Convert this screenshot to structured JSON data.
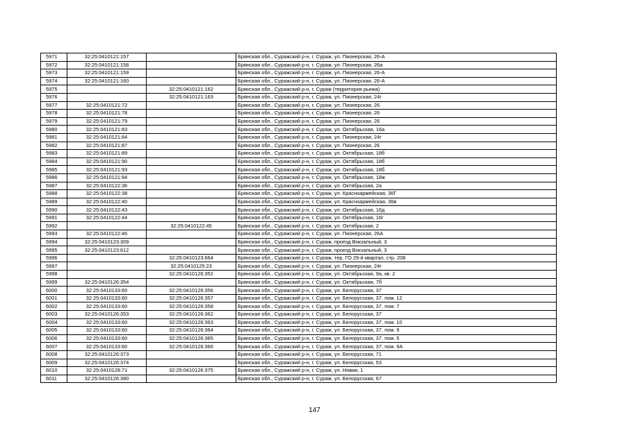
{
  "page_number": "147",
  "rows": [
    [
      "5971",
      "32:25:0410121:157",
      "",
      "Брянская обл., Суражский р-н, г. Сураж, ул. Пионерская, 26-А"
    ],
    [
      "5972",
      "32:25:0410121:158",
      "",
      "Брянская обл., Суражский р-н, г. Сураж, ул. Пионерская, 26а"
    ],
    [
      "5973",
      "32:25:0410121:159",
      "",
      "Брянская обл., Суражский р-н, г. Сураж, ул. Пионерская, 26-А"
    ],
    [
      "5974",
      "32:25:0410121:160",
      "",
      "Брянская обл., Суражский р-н, г. Сураж, ул. Пионерская, 26-А"
    ],
    [
      "5975",
      "",
      "32:25:0410121:162",
      "Брянская обл., Суражский р-н, г. Сураж (территория рынка)"
    ],
    [
      "5976",
      "",
      "32:25:0410121:163",
      "Брянская обл., Суражский р-н, г. Сураж, ул. Пионерская, 24г"
    ],
    [
      "5977",
      "32:25:0410121:72",
      "",
      "Брянская обл., Суражский р-н, г. Сураж, ул. Пионерская, 26"
    ],
    [
      "5978",
      "32:25:0410121:78",
      "",
      "Брянская обл., Суражский р-н, г. Сураж, ул. Пионерская, 26"
    ],
    [
      "5979",
      "32:25:0410121:79",
      "",
      "Брянская обл., Суражский р-н, г. Сураж, ул. Пионерская, 26"
    ],
    [
      "5980",
      "32:25:0410121:83",
      "",
      "Брянская обл., Суражский р-н, г. Сураж, ул. Октябрьская, 16а"
    ],
    [
      "5981",
      "32:25:0410121:84",
      "",
      "Брянская обл., Суражский р-н, г. Сураж, ул. Пионерская, 24г"
    ],
    [
      "5982",
      "32:25:0410121:87",
      "",
      "Брянская обл., Суражский р-н, г. Сураж, ул. Пионерская, 26"
    ],
    [
      "5983",
      "32:25:0410121:89",
      "",
      "Брянская обл., Суражский р-н, г. Сураж, ул. Октябрьская, 18б"
    ],
    [
      "5984",
      "32:25:0410121:90",
      "",
      "Брянская обл., Суражский р-н, г. Сураж, ул. Октябрьская, 18б"
    ],
    [
      "5985",
      "32:25:0410121:93",
      "",
      "Брянская обл., Суражский р-н, г. Сураж, ул. Октябрьская, 18б"
    ],
    [
      "5986",
      "32:25:0410121:94",
      "",
      "Брянская обл., Суражский р-н, г. Сураж, ул. Октябрьская, 18ж"
    ],
    [
      "5987",
      "32:25:0410122:36",
      "",
      "Брянская обл., Суражский р-н, г. Сураж, ул. Октябрьская, 2а"
    ],
    [
      "5988",
      "32:25:0410122:38",
      "",
      "Брянская обл., Суражский р-н, г. Сураж, ул. Красноармейская, 36Г"
    ],
    [
      "5989",
      "32:25:0410122:40",
      "",
      "Брянская обл., Суражский р-н, г. Сураж, ул. Красноармейская, 36в"
    ],
    [
      "5990",
      "32:25:0410122:43",
      "",
      "Брянская обл., Суражский р-н, г. Сураж, ул. Октябрьская, 16д"
    ],
    [
      "5991",
      "32:25:0410122:44",
      "",
      "Брянская обл., Суражский р-н, г. Сураж, ул. Октябрьская, 16г"
    ],
    [
      "5992",
      "",
      "32:25:0410122:45",
      "Брянская обл., Суражский р-н, г. Сураж, ул. Октябрьская, 2"
    ],
    [
      "5993",
      "32:25:0410122:46",
      "",
      "Брянская обл., Суражский р-н, г. Сураж, ул. Пионерская, 26А"
    ],
    [
      "5994",
      "32:25:0410123:309",
      "",
      "Брянская обл., Суражский р-н, г. Сураж, проезд Вокзальный, 3"
    ],
    [
      "5995",
      "32:25:0410123:612",
      "",
      "Брянская обл., Суражский р-н, г. Сураж, проезд Вокзальный, 3"
    ],
    [
      "5996",
      "",
      "32:25:0410123:664",
      "Брянская обл., Суражский р-н, г. Сураж, тер. ГО 29-й квартал, стр. 208"
    ],
    [
      "5997",
      "",
      "32:25:0410125:23",
      "Брянская обл., Суражский р-н, г. Сураж, ул. Пионерская, 24г"
    ],
    [
      "5998",
      "",
      "32:25:0410126:352",
      "Брянская обл., Суражский р-н, г. Сураж, ул. Октябрьская, 9а, кв. 2"
    ],
    [
      "5999",
      "32:25:0410126:354",
      "",
      "Брянская обл., Суражский р-н, г. Сураж, ул. Октябрьская, 7б"
    ],
    [
      "6000",
      "32:25:0410133:60",
      "32:25:0410126:356",
      "Брянская обл., Суражский р-н, г. Сураж, ул. Белорусская, 37"
    ],
    [
      "6001",
      "32:25:0410133:60",
      "32:25:0410126:357",
      "Брянская обл., Суражский р-н, г. Сураж, ул. Белорусская, 37, пом. 12"
    ],
    [
      "6002",
      "32:25:0410133:60",
      "32:25:0410126:358",
      "Брянская обл., Суражский р-н, г. Сураж, ул. Белорусская, 37, пом. 7"
    ],
    [
      "6003",
      "32:25:0410126:353",
      "32:25:0410126:362",
      "Брянская обл., Суражский р-н, г. Сураж, ул. Белорусская, 37"
    ],
    [
      "6004",
      "32:25:0410133:60",
      "32:25:0410126:363",
      "Брянская обл., Суражский р-н, г. Сураж, ул. Белорусская, 37, пом. 10"
    ],
    [
      "6005",
      "32:25:0410133:60",
      "32:25:0410126:364",
      "Брянская обл., Суражский р-н, г. Сураж, ул. Белорусская, 37, пом. 9"
    ],
    [
      "6006",
      "32:25:0410133:60",
      "32:25:0410126:365",
      "Брянская обл., Суражский р-н, г. Сураж, ул. Белорусская, 37, пом. 5"
    ],
    [
      "6007",
      "32:25:0410133:60",
      "32:25:0410126:366",
      "Брянская обл., Суражский р-н, г. Сураж, ул. Белорусская, 37, пом. 9А"
    ],
    [
      "6008",
      "32:25:0410126:373",
      "",
      "Брянская обл., Суражский р-н, г. Сураж, ул. Белорусская, 71"
    ],
    [
      "6009",
      "32:25:0410126:374",
      "",
      "Брянская обл., Суражский р-н, г. Сураж, ул. Белорусская, 53"
    ],
    [
      "6010",
      "32:25:0410128:71",
      "32:25:0410126:375",
      "Брянская обл., Суражский р-н, г. Сураж, ул. Новая, 1"
    ],
    [
      "6011",
      "32:25:0410126:380",
      "",
      "Брянская обл., Суражский р-н, г. Сураж, ул. Белорусская, 67"
    ]
  ]
}
